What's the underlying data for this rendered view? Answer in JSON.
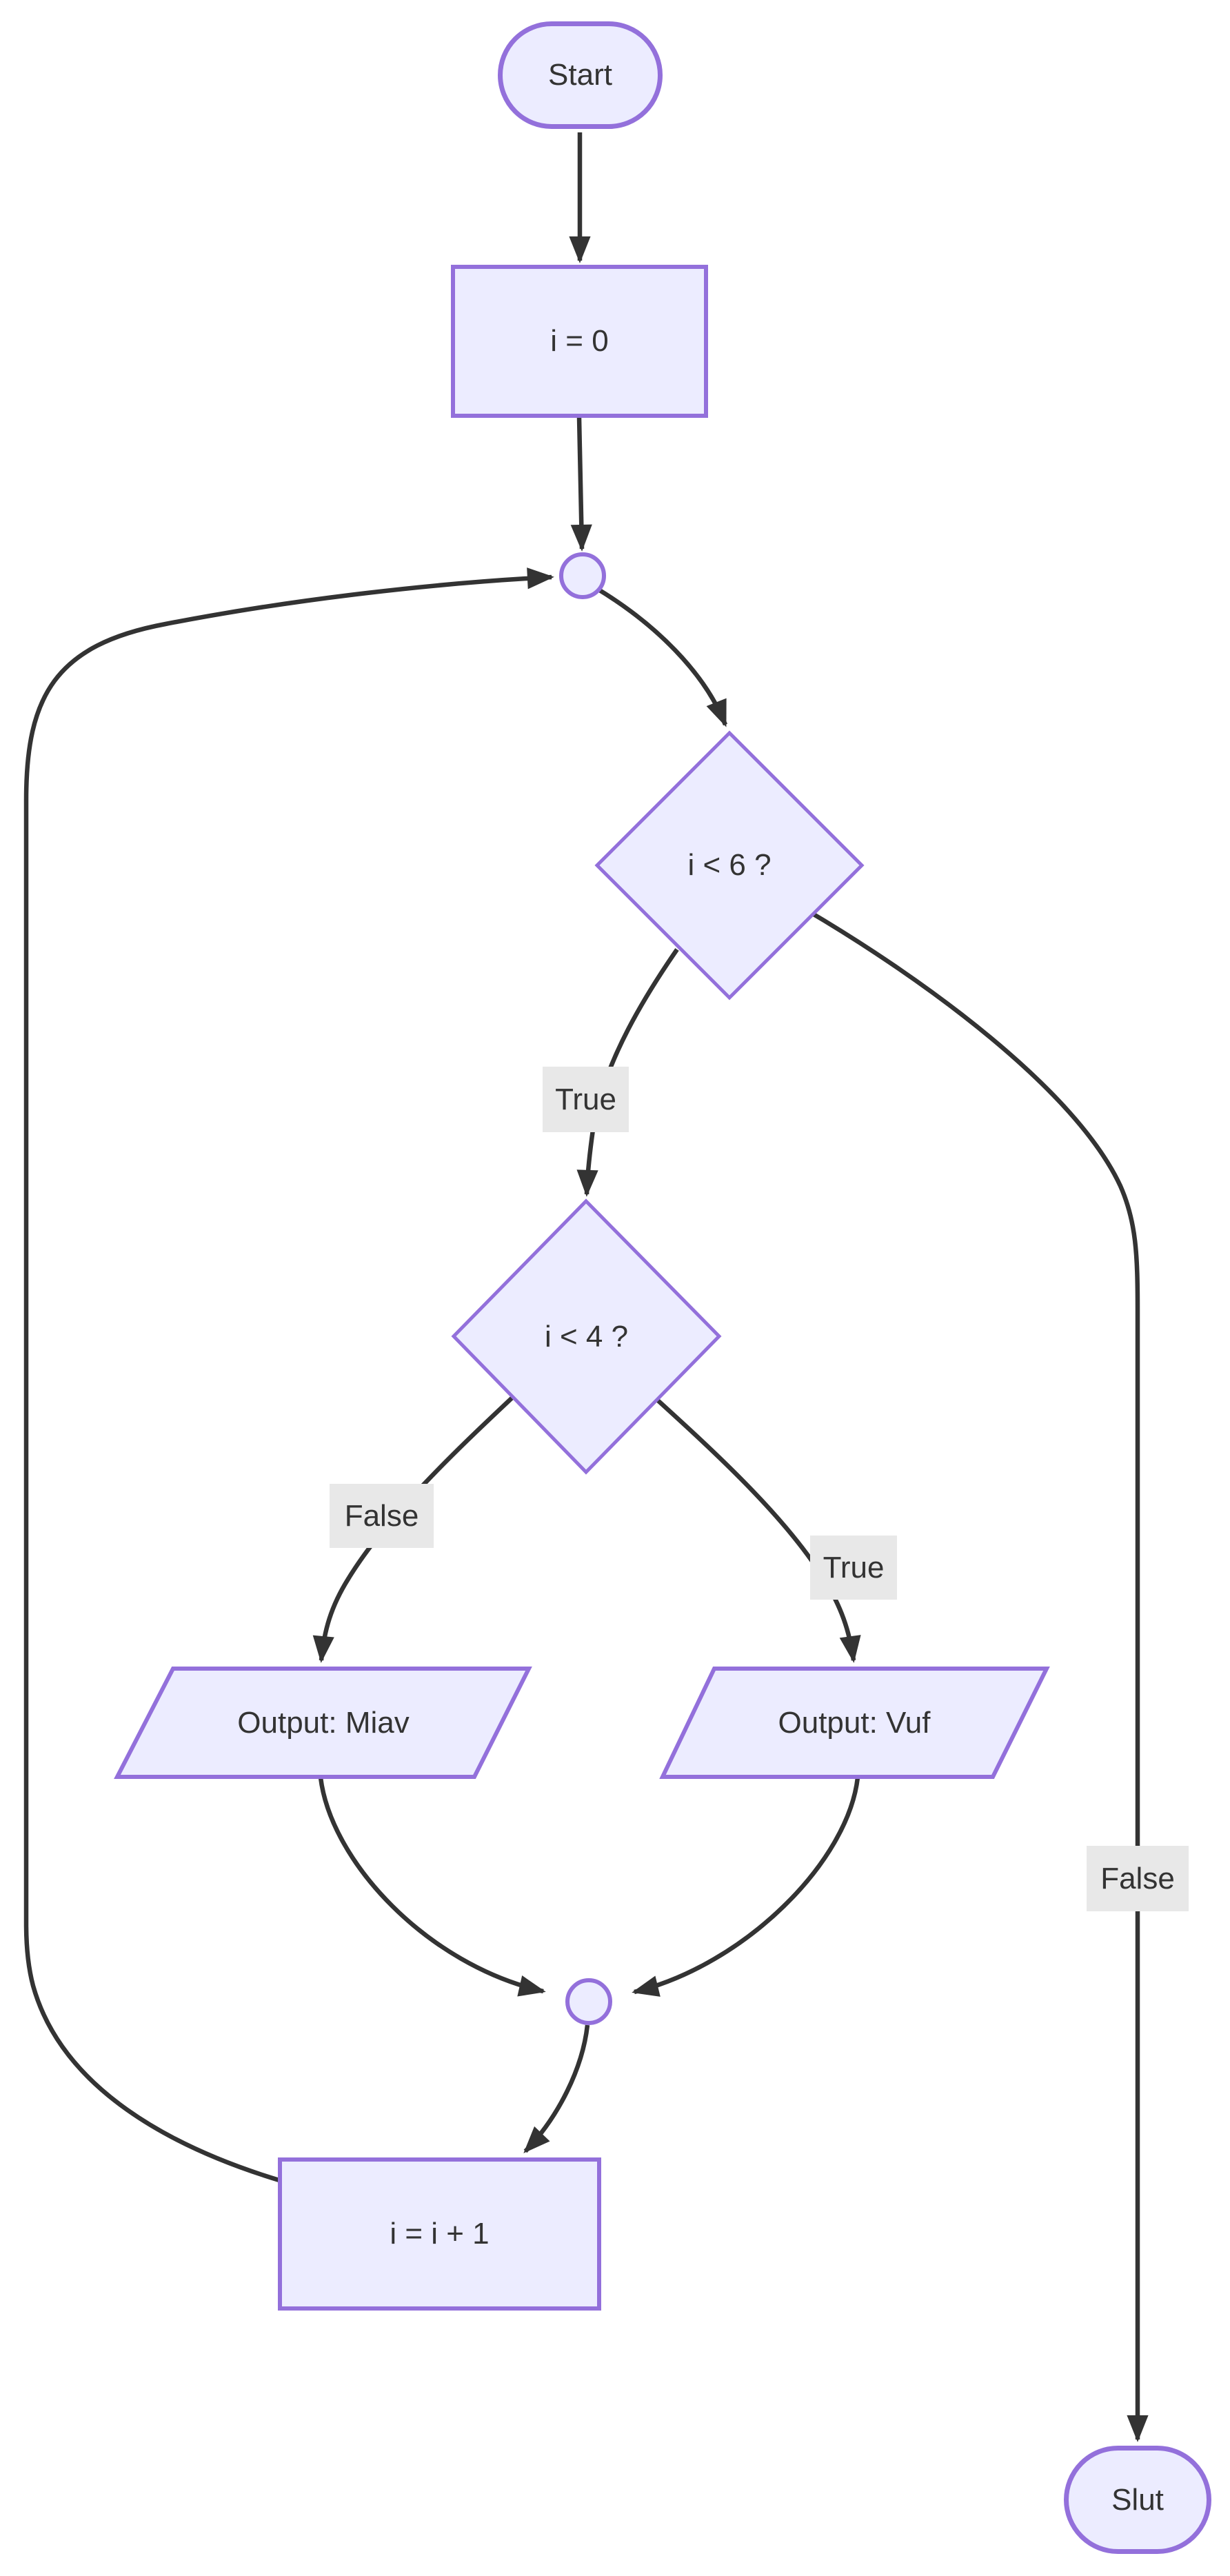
{
  "diagram": {
    "type": "flowchart",
    "direction": "top-down",
    "colors": {
      "node_fill": "#ECECFF",
      "node_border": "#9370DB",
      "edge": "#333333",
      "text": "#333333",
      "edge_label_bg": "#e8e8e8",
      "background": "#ffffff"
    },
    "nodes": {
      "start": {
        "label": "Start",
        "shape": "stadium"
      },
      "init": {
        "label": "i = 0",
        "shape": "rectangle"
      },
      "loop_point": {
        "label": "",
        "shape": "circle-junction"
      },
      "cond_outer": {
        "label": "i < 6 ?",
        "shape": "diamond"
      },
      "cond_inner": {
        "label": "i < 4 ?",
        "shape": "diamond"
      },
      "out_miav": {
        "label": "Output: Miav",
        "shape": "parallelogram"
      },
      "out_vuf": {
        "label": "Output: Vuf",
        "shape": "parallelogram"
      },
      "merge_point": {
        "label": "",
        "shape": "circle-junction"
      },
      "increment": {
        "label": "i = i + 1",
        "shape": "rectangle"
      },
      "end": {
        "label": "Slut",
        "shape": "stadium"
      }
    },
    "edge_labels": {
      "outer_true": "True",
      "outer_false": "False",
      "inner_false": "False",
      "inner_true": "True"
    },
    "edges": [
      {
        "from": "start",
        "to": "init",
        "label": ""
      },
      {
        "from": "init",
        "to": "loop_point",
        "label": ""
      },
      {
        "from": "loop_point",
        "to": "cond_outer",
        "label": ""
      },
      {
        "from": "cond_outer",
        "to": "cond_inner",
        "label": "True"
      },
      {
        "from": "cond_outer",
        "to": "end",
        "label": "False"
      },
      {
        "from": "cond_inner",
        "to": "out_miav",
        "label": "False"
      },
      {
        "from": "cond_inner",
        "to": "out_vuf",
        "label": "True"
      },
      {
        "from": "out_miav",
        "to": "merge_point",
        "label": ""
      },
      {
        "from": "out_vuf",
        "to": "merge_point",
        "label": ""
      },
      {
        "from": "merge_point",
        "to": "increment",
        "label": ""
      },
      {
        "from": "increment",
        "to": "loop_point",
        "label": ""
      }
    ]
  }
}
